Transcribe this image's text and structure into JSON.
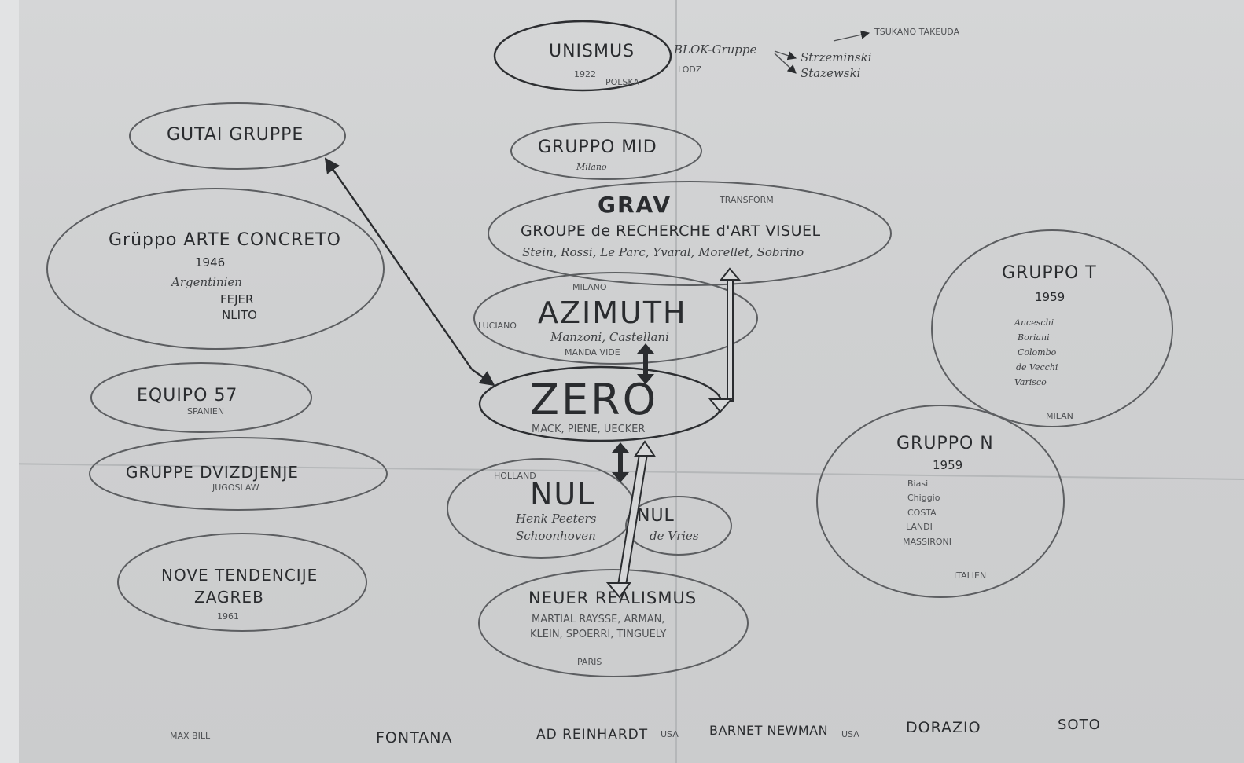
{
  "groups": {
    "unismus": {
      "name": "UNISMUS",
      "year": "1922",
      "place": "POLSKA"
    },
    "blok": {
      "name": "BLOK-Gruppe",
      "sub": "LODZ",
      "members": [
        "Strzeminski",
        "Stazewski"
      ],
      "target": "TSUKANO TAKEUDA"
    },
    "gutai": {
      "name": "GUTAI GRUPPE"
    },
    "mid": {
      "name": "GRUPPO MID",
      "city": "Milano"
    },
    "grav": {
      "name": "GRAV",
      "full": "GROUPE de RECHERCHE d'ART VISUEL",
      "members": "Stein, Rossi, Le Parc, Yvaral, Morellet, Sobrino",
      "tag": "TRANSFORM"
    },
    "arte_concreto": {
      "name": "Grüppo ARTE CONCRETO",
      "year": "1946",
      "members": [
        "Argentinien",
        "FEJER",
        "NLITO"
      ]
    },
    "gruppo_t": {
      "name": "GRUPPO T",
      "year": "1959",
      "members": [
        "Anceschi",
        "Boriani",
        "Colombo",
        "de Vecchi",
        "Varisco"
      ],
      "city": "MILAN"
    },
    "azimuth": {
      "name": "AZIMUTH",
      "members": "Manzoni, Castellani",
      "extra": "MANDA VIDE",
      "tag": "MILANO",
      "tag2": "LUCIANO"
    },
    "zero": {
      "name": "ZERO",
      "members": "MACK, PIENE, UECKER"
    },
    "equipo57": {
      "name": "EQUIPO 57",
      "sub": "SPANIEN"
    },
    "gruppo_n": {
      "name": "GRUPPO N",
      "year": "1959",
      "members": [
        "Biasi",
        "Chiggio",
        "COSTA",
        "LANDI",
        "MASSIRONI"
      ],
      "country": "ITALIEN"
    },
    "dvizdjenje": {
      "name": "GRUPPE DVIZDJENJE",
      "sub": "JUGOSLAW"
    },
    "nul": {
      "name": "NUL",
      "members": [
        "Henk Peeters",
        "Schoonhoven"
      ],
      "tag": "HOLLAND"
    },
    "nul_vries": {
      "name": "NUL",
      "sub": "de Vries"
    },
    "nove": {
      "name": "NOVE TENDENCIJE",
      "city": "ZAGREB",
      "year": "1961"
    },
    "neuer": {
      "name": "NEUER REALISMUS",
      "members": [
        "MARTIAL RAYSSE, ARMAN,",
        "KLEIN, SPOERRI, TINGUELY"
      ],
      "city": "PARIS"
    }
  },
  "bottom_names": [
    "MAX BILL",
    "FONTANA",
    "AD REINHARDT",
    "BARNET NEWMAN",
    "DORAZIO",
    "SOTO"
  ],
  "bottom_suffix": {
    "reinhardt": "USA",
    "newman": "USA"
  },
  "colors": {
    "paper": "#cfd0d1",
    "ink": "#2a2c2f",
    "pencil": "#5c5e61"
  }
}
